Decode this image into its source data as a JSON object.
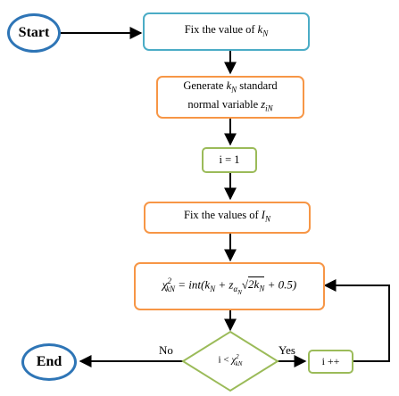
{
  "start": "Start",
  "end": "End",
  "step1": "Fix the value of",
  "step1_var": "k",
  "step1_sub": "N",
  "step2_line1": "Generate",
  "step2_var": "k",
  "step2_sub": "N",
  "step2_after": "standard",
  "step2_line2": "normal variable",
  "step2_z": "z",
  "step2_zsub": "iN",
  "step3": "i = 1",
  "step4": "Fix the values of",
  "step4_var": "I",
  "step4_sub": "N",
  "formula": {
    "lhs_chi": "χ",
    "lhs_sup": "2",
    "lhs_sub": "kN",
    "equals_int": "= int(",
    "k": "k",
    "k_sub": "N",
    "plus_z": " + z",
    "z_sub": "α",
    "z_subsub": "N",
    "sqrt_content": "2k",
    "sqrt_sub": "N",
    "tail": " + 0.5)"
  },
  "decision": {
    "text": "i <",
    "chi": "χ",
    "sup": "2",
    "sub": "kN"
  },
  "increment": "i ++",
  "no_label": "No",
  "yes_label": "Yes"
}
